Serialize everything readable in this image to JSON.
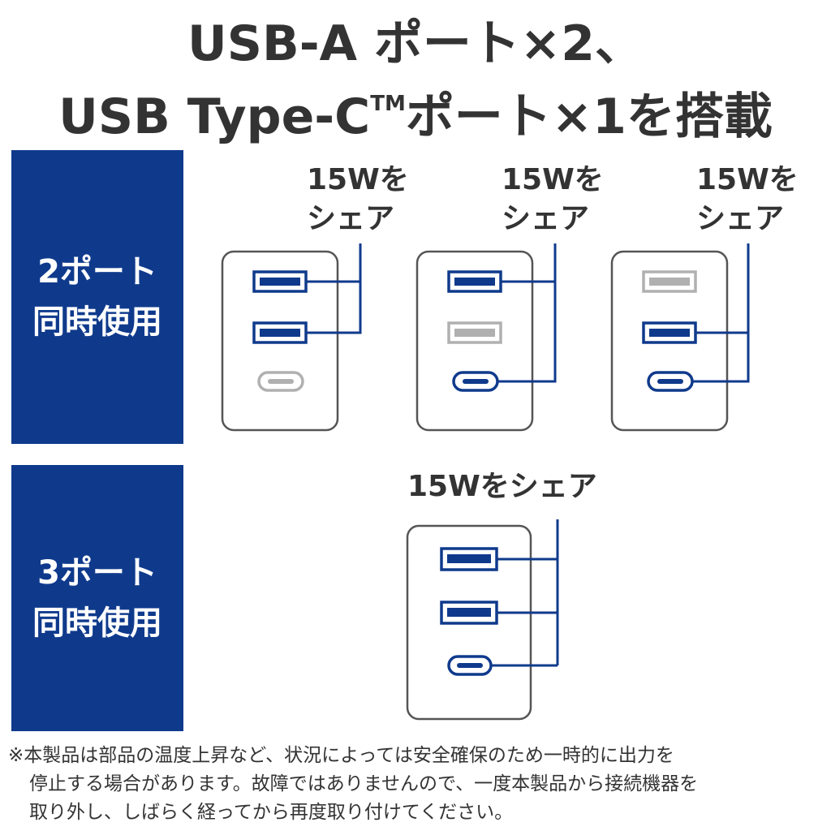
{
  "title": {
    "line1": "USB-A ポート×2、",
    "line2_prefix": "USB Type-C",
    "line2_tm": "TM",
    "line2_suffix": "ポート×1を搭載"
  },
  "sections": [
    {
      "label": "2ポート\n同時使用"
    },
    {
      "label": "3ポート\n同時使用"
    }
  ],
  "share_labels": {
    "two_port": [
      "15Wを\nシェア",
      "15Wを\nシェア",
      "15Wを\nシェア"
    ],
    "three_port": "15Wをシェア"
  },
  "chargers": [
    {
      "ports": [
        "usb-a-active",
        "usb-a-active",
        "usb-c-inactive"
      ]
    },
    {
      "ports": [
        "usb-a-active",
        "usb-a-inactive",
        "usb-c-active"
      ]
    },
    {
      "ports": [
        "usb-a-inactive",
        "usb-a-active",
        "usb-c-active"
      ]
    },
    {
      "ports": [
        "usb-a-active",
        "usb-a-active",
        "usb-c-active"
      ]
    }
  ],
  "colors": {
    "active_port": "#0f3a8c",
    "inactive_port": "#b0b0b0",
    "section_bg": "#0f3a8c",
    "text": "#333333"
  },
  "note": {
    "line1": "※本製品は部品の温度上昇など、状況によっては安全確保のため一時的に出力を",
    "line2": "停止する場合があります。故障ではありませんので、一度本製品から接続機器を",
    "line3": "取り外し、しばらく経ってから再度取り付けてください。"
  }
}
